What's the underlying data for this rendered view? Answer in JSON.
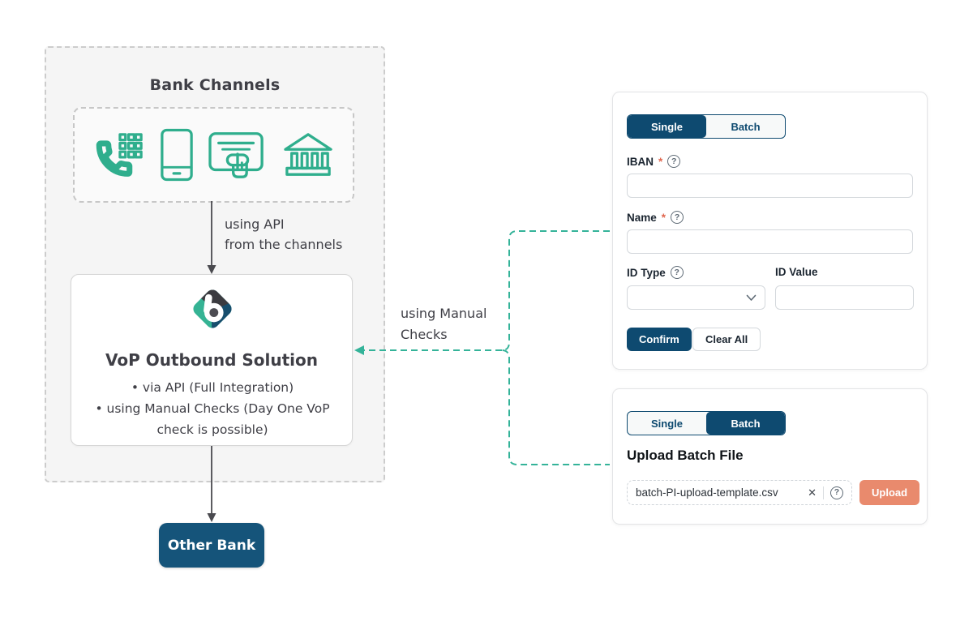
{
  "colors": {
    "accent_green": "#2fae8d",
    "connector_teal": "#34b399",
    "navy": "#0e4a70",
    "other_bank_navy": "#15547a",
    "salmon": "#e98a6d",
    "required_red": "#e0674f",
    "diagram_text": "#3f3f46"
  },
  "diagram": {
    "bank_channels": {
      "title": "Bank Channels",
      "channel_icons": [
        "phone-keypad-icon",
        "smartphone-icon",
        "card-payment-icon",
        "bank-building-icon"
      ]
    },
    "api_arrow_label": {
      "line1": "using API",
      "line2": "from the channels"
    },
    "vop": {
      "title": "VoP Outbound Solution",
      "bullets": [
        "via API (Full Integration)",
        "using Manual Checks (Day One VoP check is possible)"
      ]
    },
    "manual_checks_label": {
      "line1": "using Manual",
      "line2": "Checks"
    },
    "other_bank": {
      "label": "Other Bank"
    }
  },
  "single_panel": {
    "tabs": [
      {
        "label": "Single",
        "active": true
      },
      {
        "label": "Batch",
        "active": false
      }
    ],
    "required_marker": "*",
    "fields": {
      "iban": {
        "label": "IBAN",
        "value": ""
      },
      "name": {
        "label": "Name",
        "value": ""
      },
      "id_type": {
        "label": "ID Type",
        "value": ""
      },
      "id_value": {
        "label": "ID Value",
        "value": ""
      }
    },
    "buttons": {
      "confirm": "Confirm",
      "clear_all": "Clear All"
    }
  },
  "batch_panel": {
    "tabs": [
      {
        "label": "Single",
        "active": false
      },
      {
        "label": "Batch",
        "active": true
      }
    ],
    "heading": "Upload Batch File",
    "file": {
      "name": "batch-PI-upload-template.csv"
    },
    "buttons": {
      "upload": "Upload"
    }
  },
  "icons": {
    "help_glyph": "?",
    "clear_glyph": "✕"
  }
}
